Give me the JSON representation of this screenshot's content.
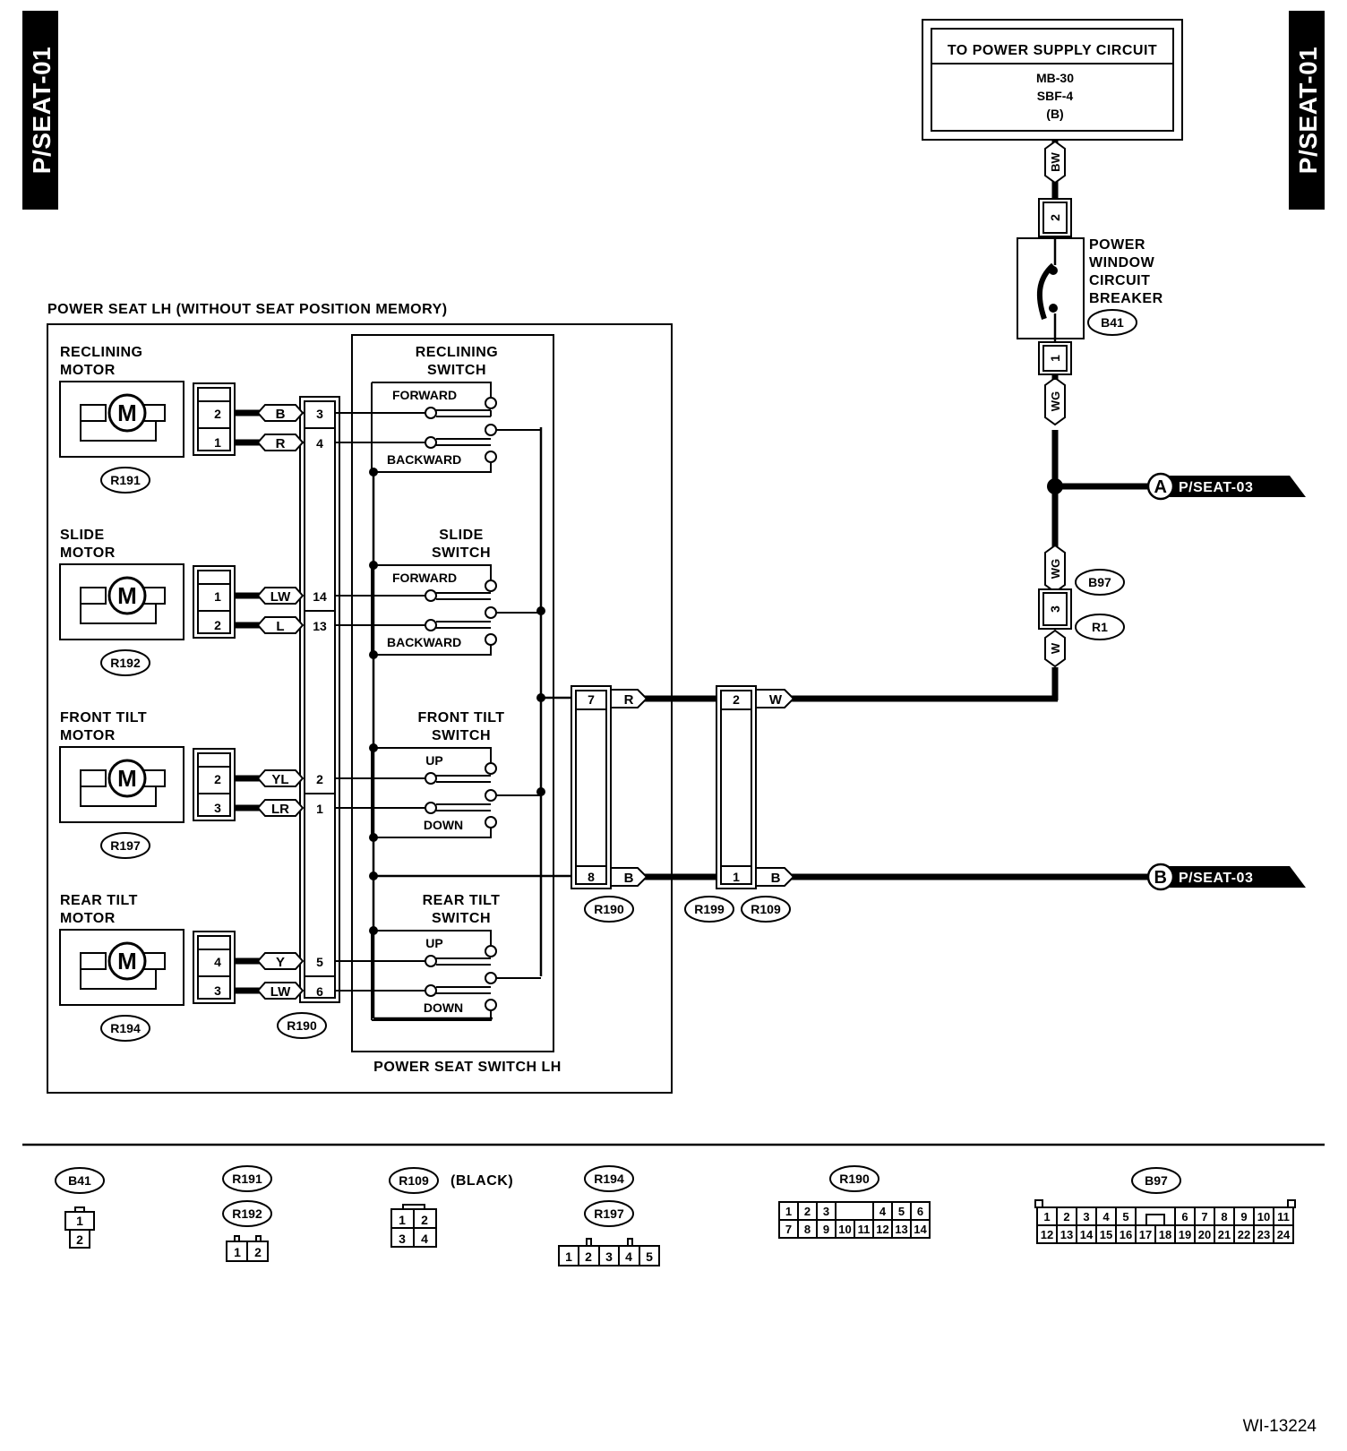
{
  "page_code": "P/SEAT-01",
  "figure_id": "WI-13224",
  "power_supply": {
    "title": "TO POWER SUPPLY CIRCUIT",
    "line1": "MB-30",
    "line2": "SBF-4",
    "line3": "(B)"
  },
  "breaker": {
    "line1": "POWER",
    "line2": "WINDOW",
    "line3": "CIRCUIT",
    "line4": "BREAKER",
    "connector": "B41",
    "pin_top": "2",
    "pin_bottom": "1"
  },
  "wires": {
    "bw": "BW",
    "wg": "WG",
    "wg2": "WG",
    "w": "W",
    "r": "R",
    "w2": "W",
    "b": "B",
    "b2": "B"
  },
  "junction_a": {
    "letter": "A",
    "ref": "P/SEAT-03"
  },
  "junction_b": {
    "letter": "B",
    "ref": "P/SEAT-03"
  },
  "b97_r1": {
    "pin": "3",
    "top": "B97",
    "bottom": "R1"
  },
  "assembly_label": "POWER SEAT LH (WITHOUT SEAT POSITION MEMORY)",
  "switch_label": "POWER SEAT SWITCH LH",
  "motors": [
    {
      "line1": "RECLINING",
      "line2": "MOTOR",
      "connector": "R191",
      "pins": [
        "2",
        "1"
      ],
      "wires": [
        "B",
        "R"
      ],
      "switch_pins": [
        "3",
        "4"
      ]
    },
    {
      "line1": "SLIDE",
      "line2": "MOTOR",
      "connector": "R192",
      "pins": [
        "1",
        "2"
      ],
      "wires": [
        "LW",
        "L"
      ],
      "switch_pins": [
        "14",
        "13"
      ]
    },
    {
      "line1": "FRONT TILT",
      "line2": "MOTOR",
      "connector": "R197",
      "pins": [
        "2",
        "3"
      ],
      "wires": [
        "YL",
        "LR"
      ],
      "switch_pins": [
        "2",
        "1"
      ]
    },
    {
      "line1": "REAR TILT",
      "line2": "MOTOR",
      "connector": "R194",
      "pins": [
        "4",
        "3"
      ],
      "wires": [
        "Y",
        "LW"
      ],
      "switch_pins": [
        "5",
        "6"
      ]
    }
  ],
  "switches": [
    {
      "line1": "RECLINING",
      "line2": "SWITCH",
      "pos1": "FORWARD",
      "pos2": "BACKWARD"
    },
    {
      "line1": "SLIDE",
      "line2": "SWITCH",
      "pos1": "FORWARD",
      "pos2": "BACKWARD"
    },
    {
      "line1": "FRONT TILT",
      "line2": "SWITCH",
      "pos1": "UP",
      "pos2": "DOWN"
    },
    {
      "line1": "REAR TILT",
      "line2": "SWITCH",
      "pos1": "UP",
      "pos2": "DOWN"
    }
  ],
  "switch_connector": "R190",
  "r190_out": {
    "pin_top": "7",
    "pin_bottom": "8",
    "connector": "R190"
  },
  "r199_r109": {
    "pin_top": "2",
    "pin_bottom": "1",
    "conn1": "R199",
    "conn2": "R109"
  },
  "legend": {
    "b41": {
      "name": "B41",
      "pins": [
        "1",
        "2"
      ]
    },
    "r191_r192": {
      "name1": "R191",
      "name2": "R192",
      "pins": [
        "1",
        "2"
      ]
    },
    "r109": {
      "name": "R109",
      "note": "(BLACK)",
      "pins": [
        "1",
        "2",
        "3",
        "4"
      ]
    },
    "r194_r197": {
      "name1": "R194",
      "name2": "R197",
      "pins": [
        "1",
        "2",
        "3",
        "4",
        "5"
      ]
    },
    "r190": {
      "name": "R190",
      "row1": [
        "1",
        "2",
        "3",
        "4",
        "5",
        "6"
      ],
      "row2": [
        "7",
        "8",
        "9",
        "10",
        "11",
        "12",
        "13",
        "14"
      ]
    },
    "b97": {
      "name": "B97",
      "row1": [
        "1",
        "2",
        "3",
        "4",
        "5",
        "6",
        "7",
        "8",
        "9",
        "10",
        "11"
      ],
      "row2": [
        "12",
        "13",
        "14",
        "15",
        "16",
        "17",
        "18",
        "19",
        "20",
        "21",
        "22",
        "23",
        "24"
      ]
    }
  }
}
